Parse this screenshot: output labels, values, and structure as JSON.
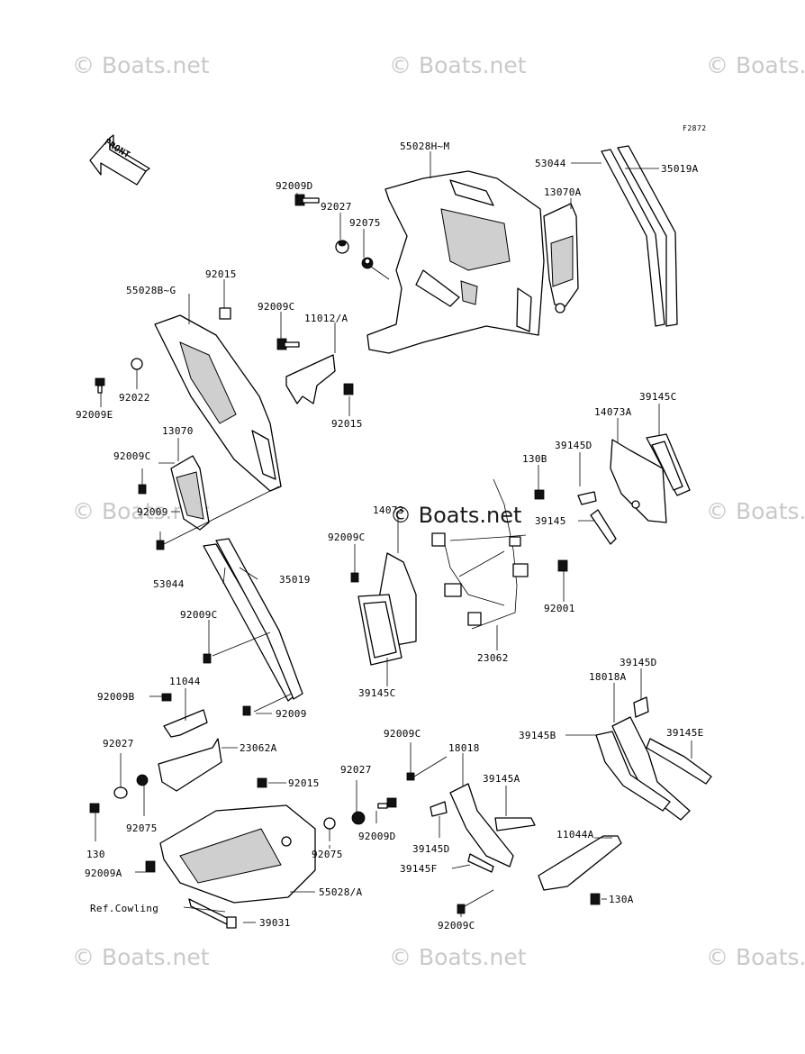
{
  "watermark": "© Boats.net",
  "figure_code": "F2872",
  "front_arrow": "FRONT",
  "labels": {
    "p55028HM": "55028H~M",
    "p53044_top": "53044",
    "p35019A": "35019A",
    "p13070A": "13070A",
    "p92009D_top": "92009D",
    "p92027_top": "92027",
    "p92075_top": "92075",
    "p92015_left": "92015",
    "p55028BG": "55028B~G",
    "p92009C_mid": "92009C",
    "p11012A": "11012/A",
    "p92022": "92022",
    "p92009E": "92009E",
    "p92015_mid": "92015",
    "p13070": "13070",
    "p92009C_left": "92009C",
    "p92009_left": "92009",
    "p39145C_right": "39145C",
    "p14073A": "14073A",
    "p39145D_top": "39145D",
    "p130B": "130B",
    "p39145": "39145",
    "p14073": "14073",
    "p92009C_center": "92009C",
    "p92001": "92001",
    "p53044_mid": "53044",
    "p35019": "35019",
    "p92009C_lower": "92009C",
    "p23062": "23062",
    "p39145C_center": "39145C",
    "p11044": "11044",
    "p92009B": "92009B",
    "p92009_lower": "92009",
    "p39145D_right": "39145D",
    "p18018A": "18018A",
    "p39145B": "39145B",
    "p39145E": "39145E",
    "p92027_lower": "92027",
    "p23062A": "23062A",
    "p92009C_bottom": "92009C",
    "p18018": "18018",
    "p92015_lower": "92015",
    "p92027_center": "92027",
    "p39145A": "39145A",
    "p92075_lower": "92075",
    "p92009D_lower": "92009D",
    "p130": "130",
    "p11044A": "11044A",
    "p39145D_lower": "39145D",
    "p92075_center": "92075",
    "p92009A": "92009A",
    "p39145F": "39145F",
    "p55028A": "55028/A",
    "pRefCowling": "Ref.Cowling",
    "p130A": "130A",
    "p39031": "39031",
    "p92009C_last": "92009C"
  },
  "colors": {
    "line": "#000000",
    "watermark": "#c9c9c9",
    "background": "#ffffff"
  }
}
